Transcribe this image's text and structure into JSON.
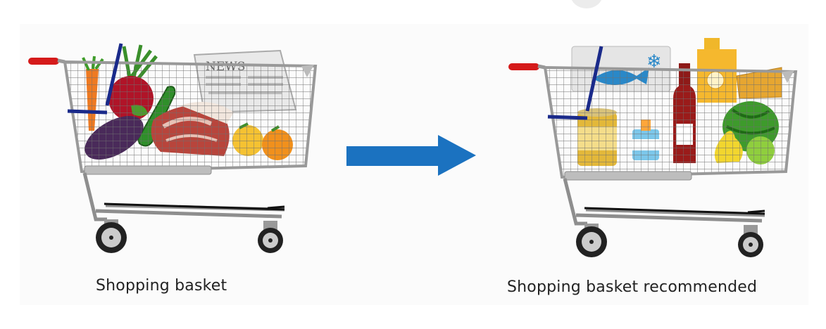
{
  "captions": {
    "left": "Shopping basket",
    "right": "Shopping basket recommended"
  },
  "left_cart": {
    "newspaper_text": "NEWS"
  },
  "colors": {
    "arrow": "#1b72c0",
    "cart_frame": "#8e8e8e",
    "handle_grip": "#d51a1a",
    "handle_bar": "#1a2a8a"
  }
}
